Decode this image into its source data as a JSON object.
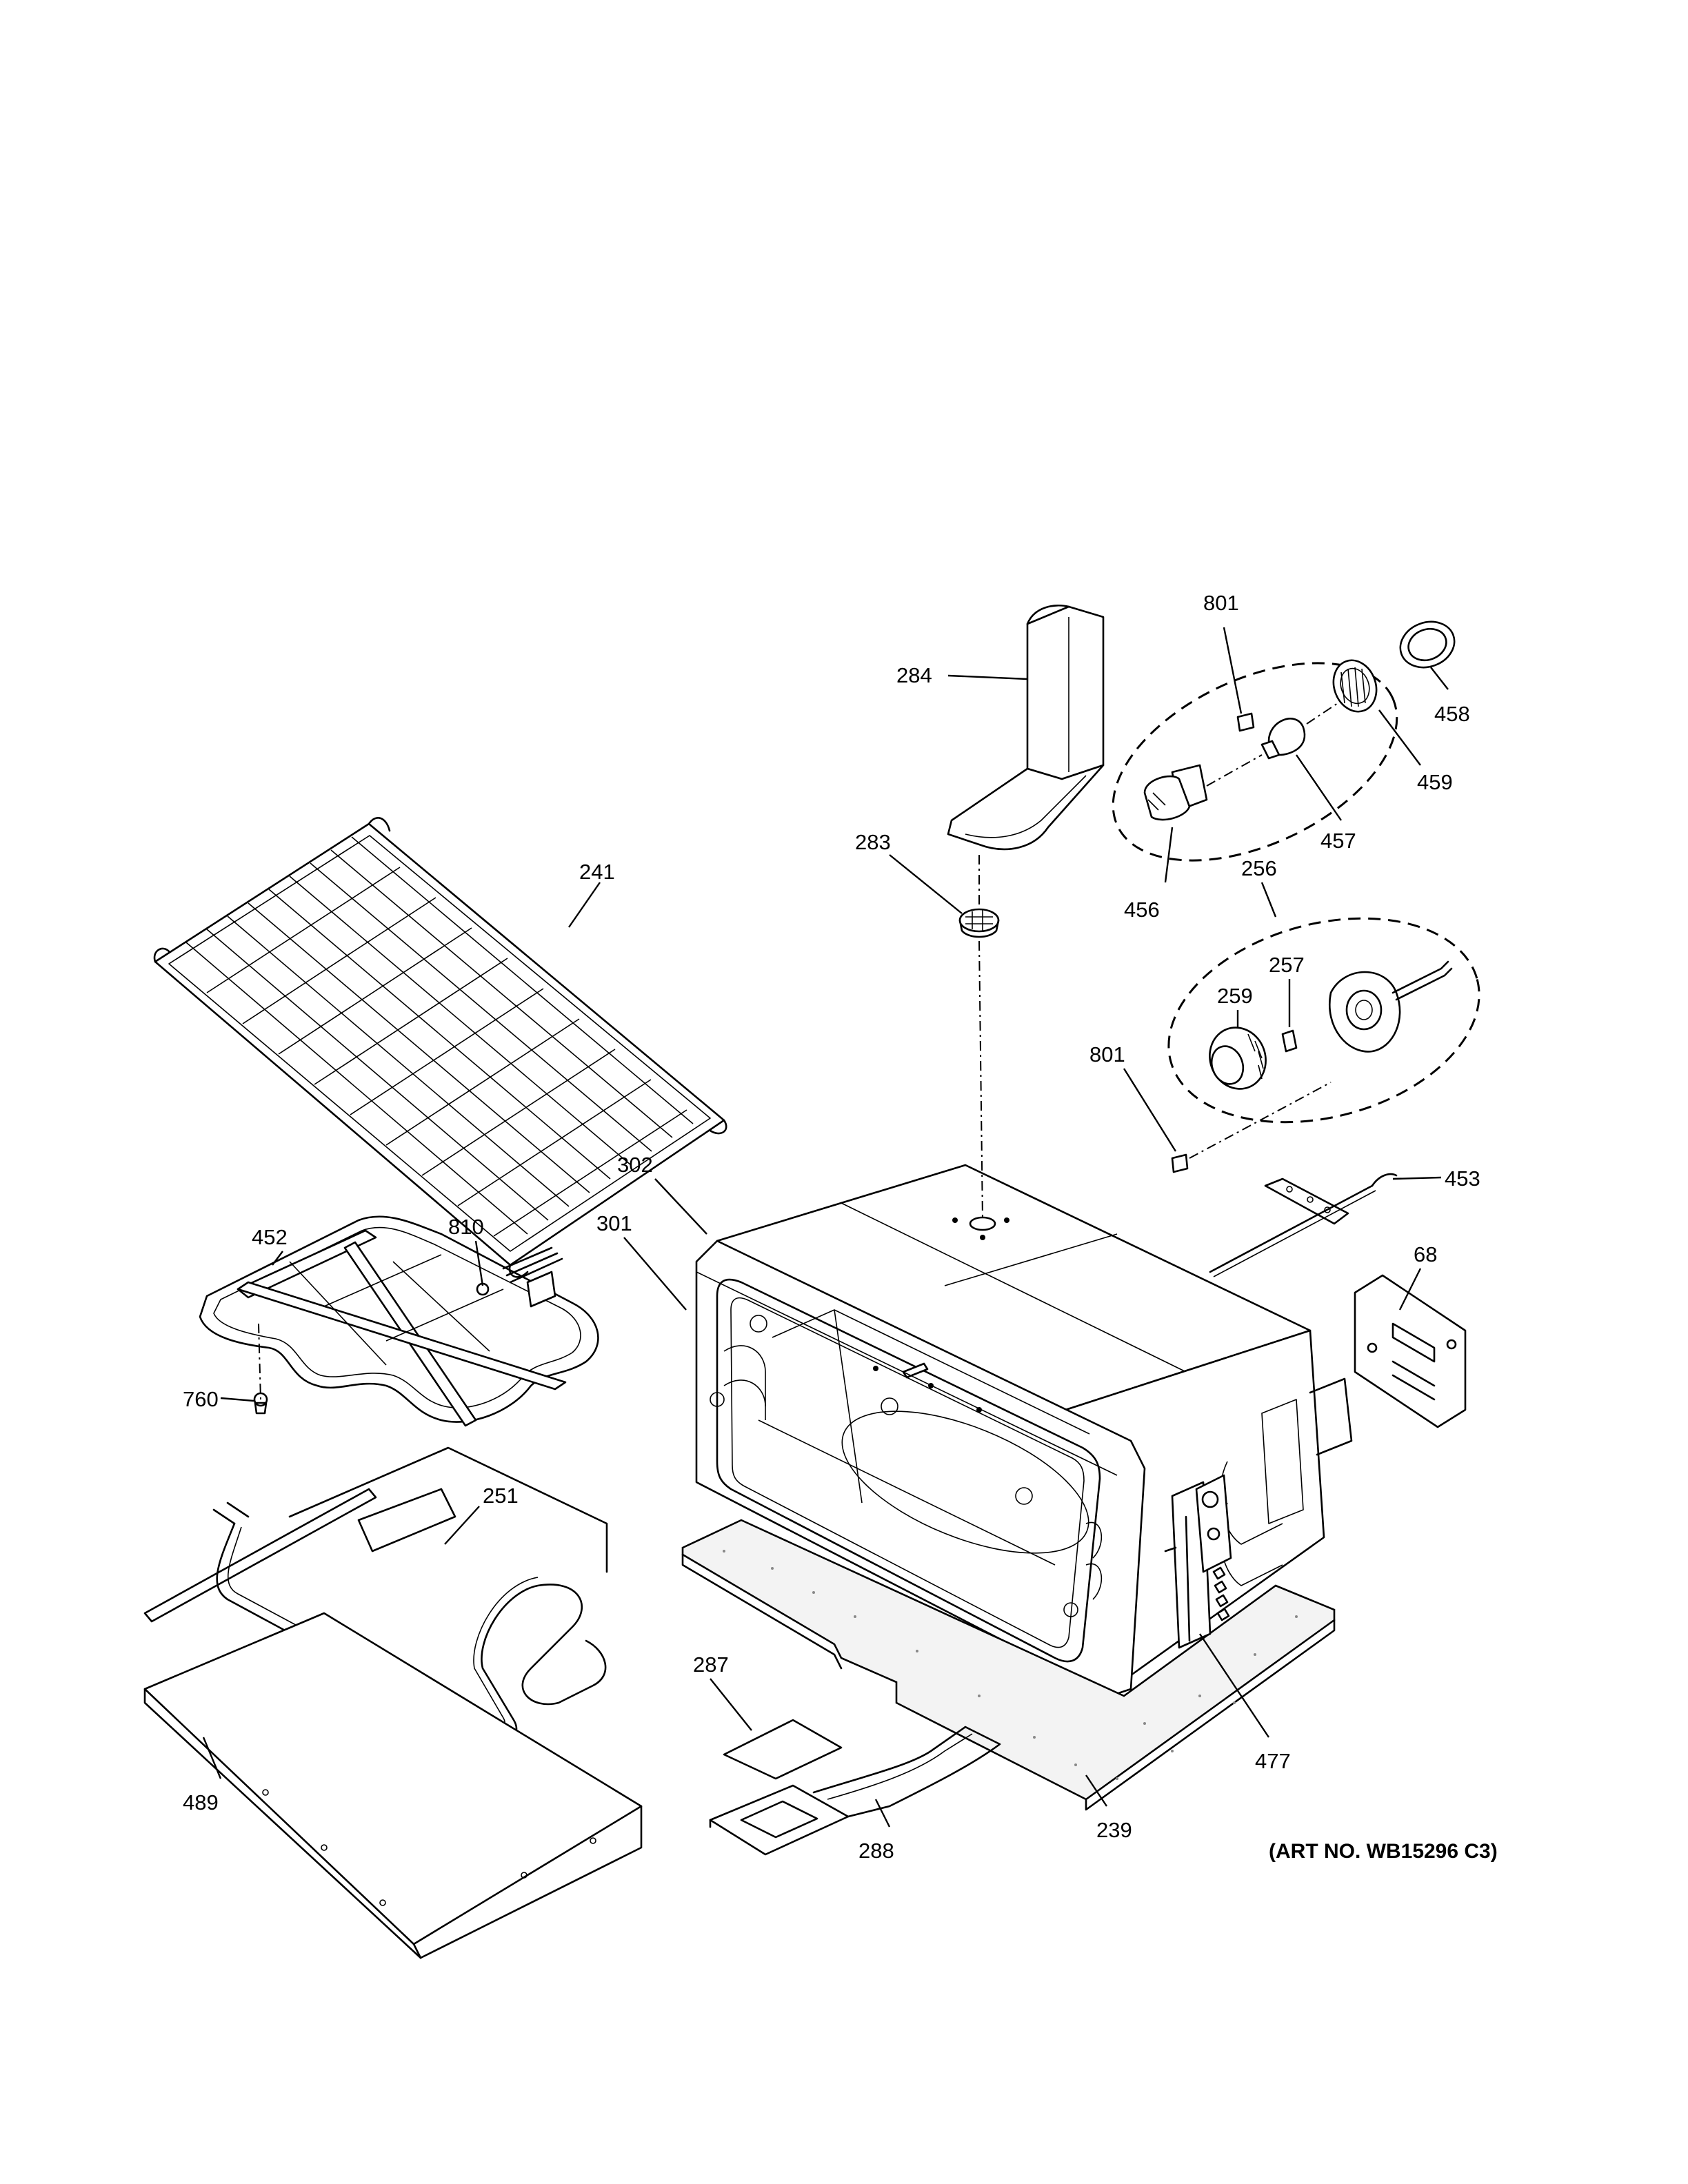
{
  "diagram": {
    "art_number": "(ART NO. WB15296 C3)",
    "callouts": {
      "c239": "239",
      "c241": "241",
      "c251": "251",
      "c256": "256",
      "c257": "257",
      "c259": "259",
      "c283": "283",
      "c284": "284",
      "c287": "287",
      "c288": "288",
      "c301": "301",
      "c302": "302",
      "c452": "452",
      "c453": "453",
      "c456": "456",
      "c457": "457",
      "c458": "458",
      "c459": "459",
      "c477": "477",
      "c489": "489",
      "c68": "68",
      "c760": "760",
      "c801a": "801",
      "c801b": "801",
      "c810": "810"
    }
  }
}
